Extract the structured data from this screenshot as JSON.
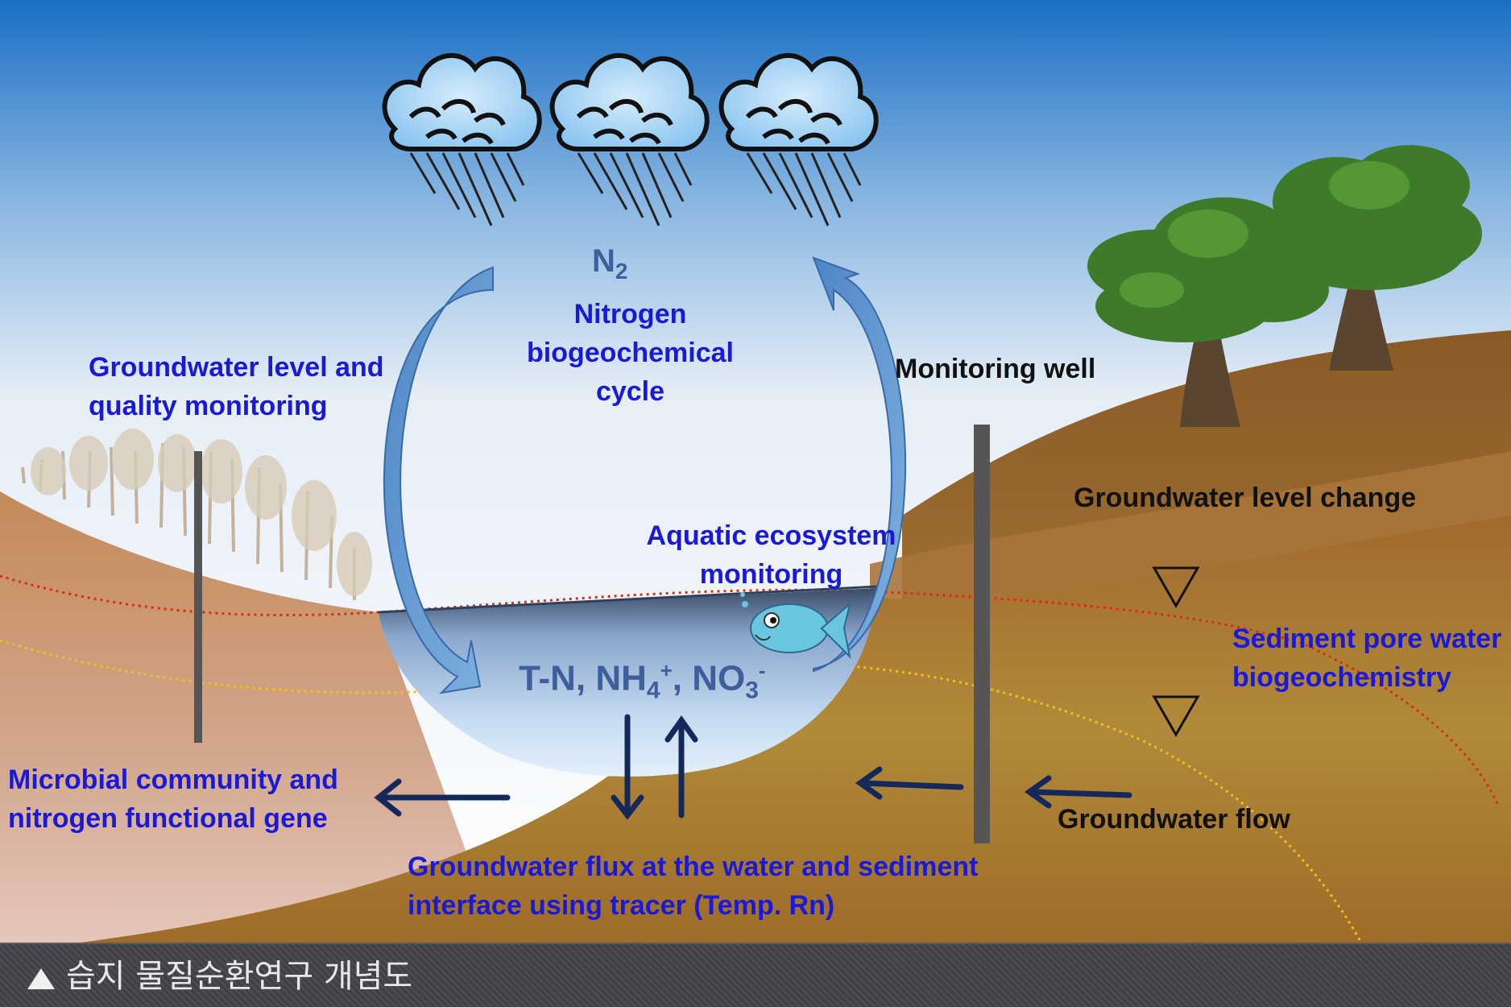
{
  "n2": {
    "base": "N",
    "sub": "2"
  },
  "nitrogen_cycle": [
    "Nitrogen",
    "biogeochemical",
    "cycle"
  ],
  "groundwater_monitoring": [
    "Groundwater level and",
    "quality monitoring"
  ],
  "monitoring_well": "Monitoring well",
  "groundwater_level_change": "Groundwater level change",
  "aquatic_ecosystem": [
    "Aquatic ecosystem",
    "monitoring"
  ],
  "chemistry": {
    "prefix": "T-N, NH",
    "sub1": "4",
    "sup1": "+",
    "mid": ", NO",
    "sub2": "3",
    "sup2": "-"
  },
  "sediment_pore_water": [
    "Sediment pore water",
    "biogeochemistry"
  ],
  "microbial_community": [
    "Microbial community and",
    "nitrogen functional gene"
  ],
  "groundwater_flow": "Groundwater flow",
  "groundwater_flux": [
    "Groundwater flux at the water and sediment",
    "interface using tracer (Temp. Rn)"
  ],
  "caption": "습지 물질순환연구 개념도",
  "colors": {
    "label_blue": "#1a1ad6",
    "chem_blue": "#3e5f9c",
    "arrow_navy": "#14285a",
    "soil_light": "#c88e60",
    "soil_dark": "#9a6a2c",
    "sky_top": "#1a6fc4"
  }
}
